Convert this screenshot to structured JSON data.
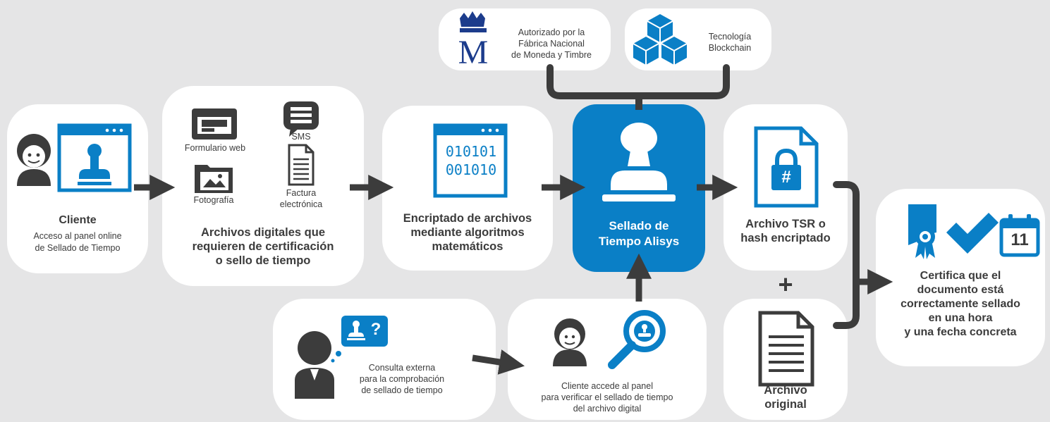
{
  "top": {
    "fnmt_text": [
      "Autorizado por la",
      "Fábrica Nacional",
      "de Moneda y Timbre"
    ],
    "blockchain_text": [
      "Tecnología",
      "Blockchain"
    ]
  },
  "cliente": {
    "title": "Cliente",
    "subtitle": [
      "Acceso al panel online",
      "de Sellado de Tiempo"
    ]
  },
  "archivos": {
    "formulario": "Formulario web",
    "sms": "SMS",
    "fotografia": "Fotografía",
    "factura": [
      "Factura",
      "electrónica"
    ],
    "title": [
      "Archivos digitales que",
      "requieren de certificación",
      "o sello de tiempo"
    ]
  },
  "encriptado": {
    "binary": [
      "010101",
      "001010"
    ],
    "title": [
      "Encriptado de archivos",
      "mediante algoritmos",
      "matemáticos"
    ]
  },
  "sellado": {
    "title": [
      "Sellado de",
      "Tiempo Alisys"
    ]
  },
  "tsr": {
    "hash_symbol": "#",
    "title": [
      "Archivo TSR o",
      "hash encriptado"
    ],
    "plus": "+"
  },
  "original": {
    "title": [
      "Archivo",
      "original"
    ]
  },
  "certifica": {
    "calendar_day": "11",
    "title": [
      "Certifica que el",
      "documento está",
      "correctamente sellado",
      "en una hora",
      "y una fecha concreta"
    ]
  },
  "consulta": {
    "text": [
      "Consulta externa",
      "para la comprobación",
      "de sellado de tiempo"
    ],
    "bubble_q": "?"
  },
  "cliente_accede": {
    "text": [
      "Cliente accede al panel",
      "para verificar el sellado de tiempo",
      "del archivo digital"
    ]
  },
  "colors": {
    "blue": "#0a7fc6",
    "dark": "#3c3c3c",
    "bg": "#e5e5e6",
    "card": "#ffffff"
  }
}
